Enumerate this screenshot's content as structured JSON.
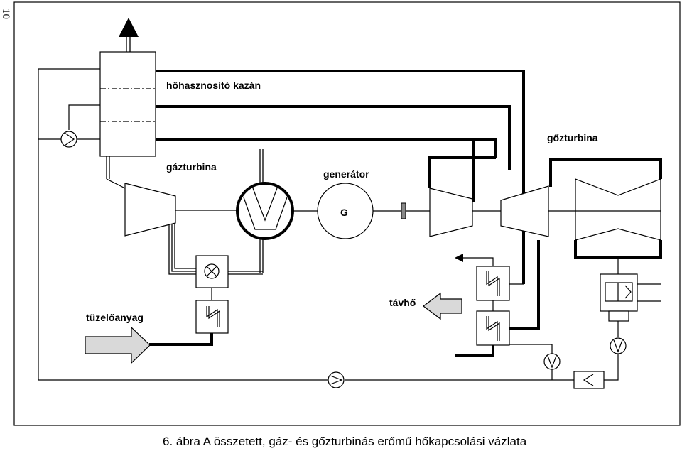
{
  "page_number": "10",
  "labels": {
    "hrsg": "hőhasznosító kazán",
    "gas_turbine": "gázturbina",
    "generator": "generátor",
    "generator_symbol": "G",
    "steam_turbine": "gőzturbina",
    "district_heat": "távhő",
    "fuel": "tüzelőanyag"
  },
  "caption": "6. ábra A összetett, gáz- és gőzturbinás erőmű hőkapcsolási vázlata"
}
